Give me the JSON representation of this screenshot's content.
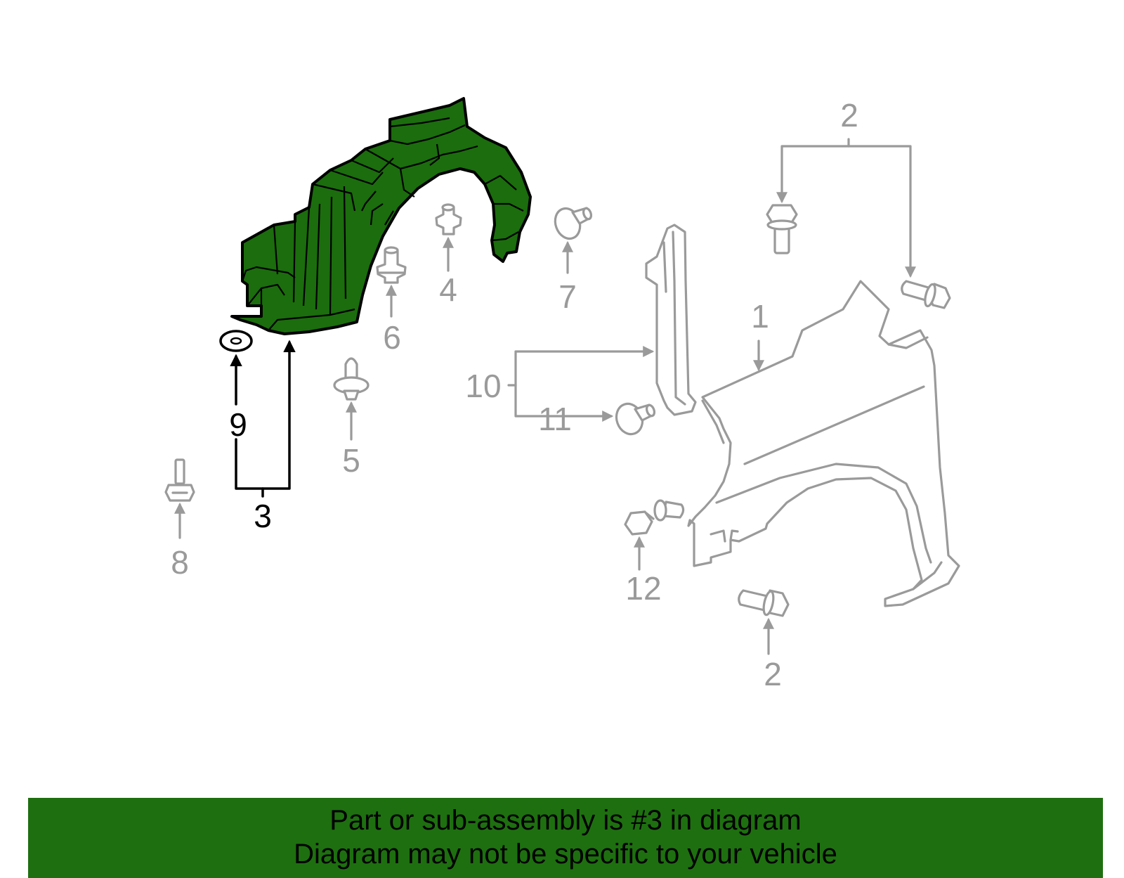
{
  "colors": {
    "highlight_fill": "#1b6d0d",
    "highlight_stroke": "#000000",
    "other_parts": "#9a9a9a",
    "banner_bg": "#1e6f10"
  },
  "callouts": {
    "c1": "1",
    "c2_top": "2",
    "c2_bottom": "2",
    "c3": "3",
    "c4": "4",
    "c5": "5",
    "c6": "6",
    "c7": "7",
    "c8": "8",
    "c9": "9",
    "c10": "10",
    "c11": "11",
    "c12": "12"
  },
  "highlighted_part": "3",
  "footer": {
    "line1": "Part or sub-assembly is #3 in diagram",
    "line2": "Diagram may not be specific to your vehicle"
  }
}
